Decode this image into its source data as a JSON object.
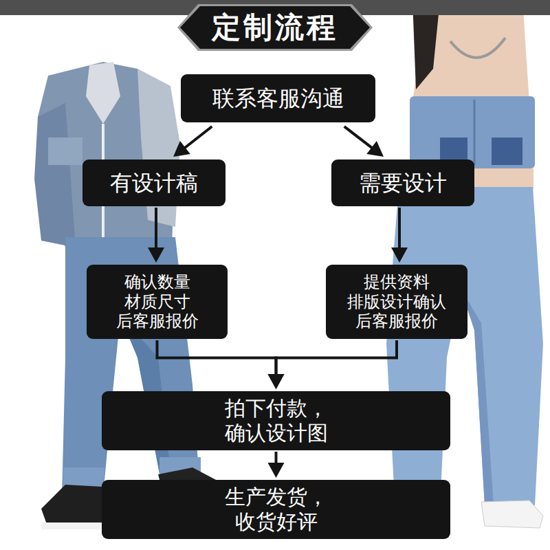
{
  "diagram": {
    "title": "定制流程",
    "nodes": [
      {
        "text": [
          "联系客服沟通"
        ]
      },
      {
        "text": [
          "有设计稿"
        ]
      },
      {
        "text": [
          "需要设计"
        ]
      },
      {
        "text": [
          "确认数量 材质尺寸 后客服报价"
        ]
      },
      {
        "text": [
          "提供资料 排版设计确认 后客服报价"
        ]
      },
      {
        "text": [
          "拍下付款，确认设计图"
        ]
      },
      {
        "text": [
          "生产发货，收货好评"
        ]
      }
    ],
    "edges": [
      {
        "from": 0,
        "to": 1,
        "arrow": "to"
      },
      {
        "from": 0,
        "to": 2,
        "arrow": "to"
      },
      {
        "from": 1,
        "to": 3,
        "arrow": "to"
      },
      {
        "from": 2,
        "to": 4,
        "arrow": "to"
      },
      {
        "from": 3,
        "to": 5,
        "arrow": "to"
      },
      {
        "from": 4,
        "to": 5,
        "arrow": "to"
      },
      {
        "from": 5,
        "to": 6,
        "arrow": "to"
      }
    ]
  }
}
